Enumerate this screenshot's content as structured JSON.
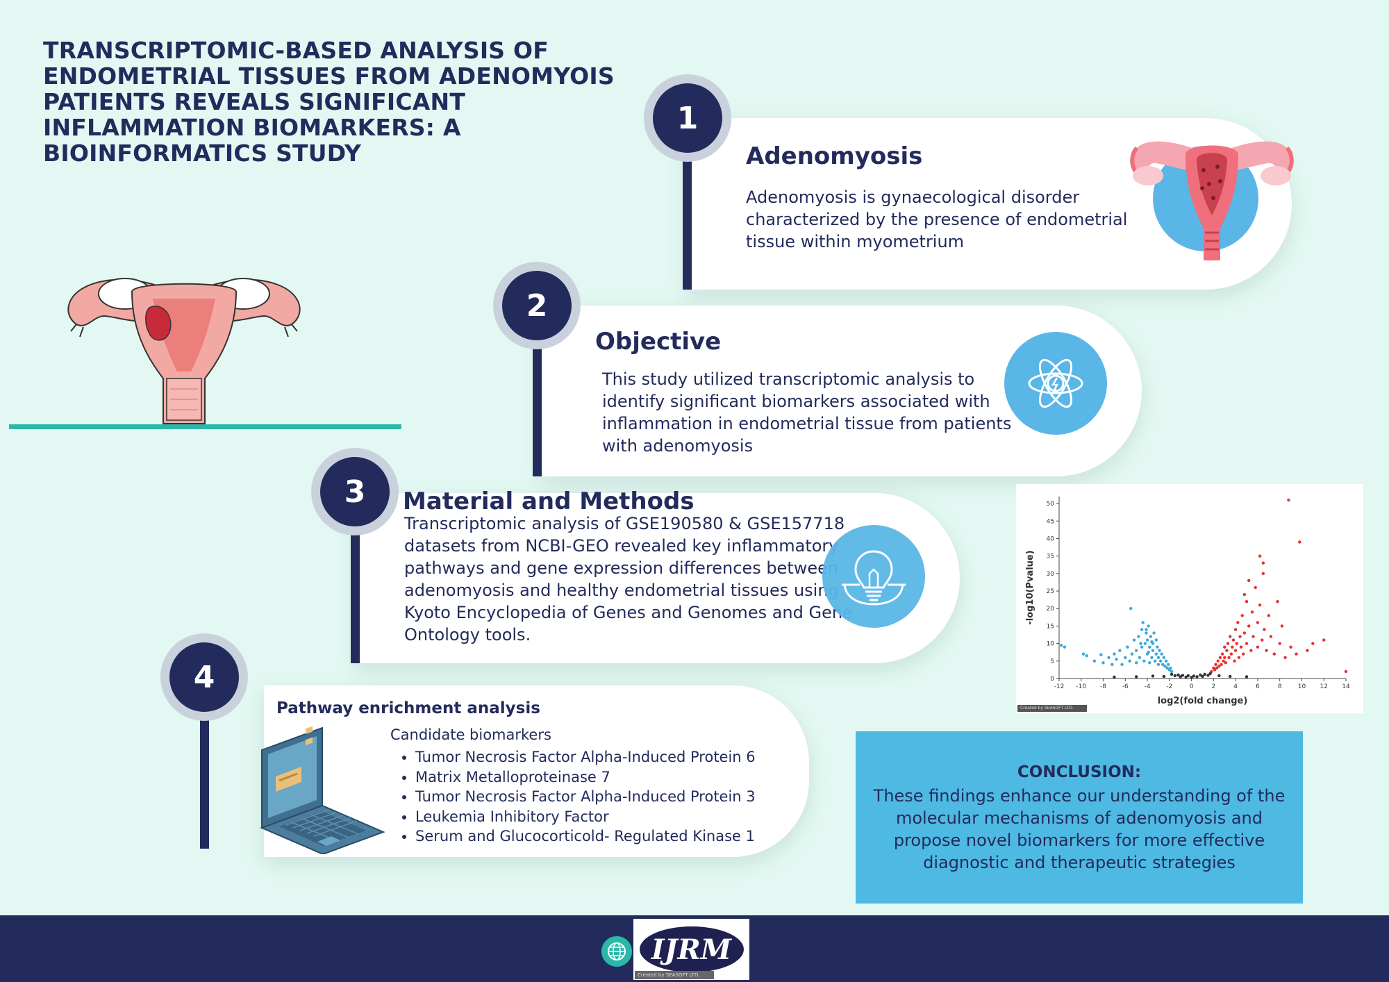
{
  "title": "TRANSCRIPTOMIC-BASED ANALYSIS OF ENDOMETRIAL TISSUES FROM ADENOMYOIS PATIENTS REVEALS SIGNIFICANT INFLAMMATION BIOMARKERS: A BIOINFORMATICS STUDY",
  "steps": [
    {
      "number": "1",
      "heading": "Adenomyosis",
      "text": "Adenomyosis is gynaecological disorder characterized by the presence of endometrial tissue within myometrium",
      "icon": "uterus-icon"
    },
    {
      "number": "2",
      "heading": "Objective",
      "text": "This study utilized transcriptomic analysis to identify significant biomarkers associated with inflammation in endometrial tissue from patients with adenomyosis",
      "icon": "atom-icon"
    },
    {
      "number": "3",
      "heading": "Material and Methods",
      "text": "Transcriptomic analysis of GSE190580 & GSE157718 datasets from NCBI-GEO revealed key inflammatory pathways and gene expression differences between adenomyosis and healthy endometrial tissues using Kyoto Encyclopedia of Genes and Genomes  and Gene Ontology tools.",
      "icon": "lightbulb-icon"
    },
    {
      "number": "4",
      "heading": "Pathway enrichment analysis",
      "subheading": "Candidate biomarkers",
      "biomarkers": [
        "Tumor Necrosis Factor Alpha-Induced Protein 6",
        "Matrix Metalloproteinase 7",
        "Tumor Necrosis Factor Alpha-Induced Protein 3",
        "Leukemia Inhibitory Factor",
        "Serum and Glucocorticold- Regulated Kinase 1"
      ],
      "icon": "laptop-icon"
    }
  ],
  "conclusion": {
    "heading": "CONCLUSION:",
    "text": "These findings enhance our understanding of the molecular mechanisms of adenomyosis and propose novel biomarkers for more effective diagnostic and therapeutic strategies"
  },
  "footer": {
    "journal": "IJRM",
    "credit": "Created by SEASOFT LTD."
  },
  "plot_credit": "Created by SEASOFT LTD.",
  "colors": {
    "navy": "#232b5c",
    "background": "#e3f8f2",
    "accent_blue": "#4eb9e3",
    "downregulated": "#3aa8dc",
    "upregulated": "#e8302f",
    "not_significant": "#333333"
  },
  "chart_data": {
    "type": "scatter",
    "title": "",
    "xlabel": "log2(fold change)",
    "ylabel": "-log10(Pvalue)",
    "xlim": [
      -12,
      14
    ],
    "ylim": [
      0,
      52
    ],
    "xticks": [
      -12,
      -10,
      -8,
      -6,
      -4,
      -2,
      0,
      2,
      4,
      6,
      8,
      10,
      12,
      14
    ],
    "yticks": [
      0,
      5,
      10,
      15,
      20,
      25,
      30,
      35,
      40,
      45,
      50
    ],
    "series": [
      {
        "color": "#3aa8dc",
        "points": [
          [
            -11.5,
            9
          ],
          [
            -11.8,
            9.5
          ],
          [
            -9.8,
            7
          ],
          [
            -9.5,
            6.5
          ],
          [
            -8.8,
            5
          ],
          [
            -8.2,
            6.8
          ],
          [
            -8,
            4.5
          ],
          [
            -7.5,
            6
          ],
          [
            -7.2,
            4
          ],
          [
            -7,
            7
          ],
          [
            -6.8,
            5.5
          ],
          [
            -6.5,
            8
          ],
          [
            -6.3,
            4
          ],
          [
            -6,
            6
          ],
          [
            -5.8,
            9
          ],
          [
            -5.6,
            5
          ],
          [
            -5.4,
            7
          ],
          [
            -5.2,
            11
          ],
          [
            -5,
            8
          ],
          [
            -5,
            4.5
          ],
          [
            -4.8,
            12
          ],
          [
            -4.7,
            6
          ],
          [
            -4.5,
            9
          ],
          [
            -4.5,
            14
          ],
          [
            -4.4,
            16
          ],
          [
            -4.3,
            5
          ],
          [
            -4.2,
            10
          ],
          [
            -4.1,
            13
          ],
          [
            -4,
            7
          ],
          [
            -4,
            11
          ],
          [
            -3.9,
            15
          ],
          [
            -3.8,
            4.5
          ],
          [
            -3.8,
            9
          ],
          [
            -3.7,
            12
          ],
          [
            -3.6,
            6
          ],
          [
            -3.5,
            8
          ],
          [
            -3.5,
            10
          ],
          [
            -3.4,
            13
          ],
          [
            -3.3,
            5
          ],
          [
            -3.2,
            7
          ],
          [
            -3.2,
            11
          ],
          [
            -3.1,
            9
          ],
          [
            -3,
            6
          ],
          [
            -3,
            4
          ],
          [
            -2.9,
            8
          ],
          [
            -2.8,
            5
          ],
          [
            -2.7,
            7
          ],
          [
            -2.6,
            4
          ],
          [
            -2.5,
            6
          ],
          [
            -2.4,
            3.5
          ],
          [
            -2.3,
            5
          ],
          [
            -2.2,
            3
          ],
          [
            -2.1,
            4
          ],
          [
            -2,
            2.5
          ],
          [
            -1.9,
            3
          ],
          [
            -1.8,
            2
          ],
          [
            -5.5,
            20
          ],
          [
            -4.1,
            14
          ],
          [
            -3.6,
            10.5
          ],
          [
            -4.6,
            10
          ],
          [
            -3.9,
            7.5
          ]
        ]
      },
      {
        "color": "#e8302f",
        "points": [
          [
            1.8,
            2
          ],
          [
            2,
            3
          ],
          [
            2.1,
            2.5
          ],
          [
            2.2,
            4
          ],
          [
            2.3,
            3
          ],
          [
            2.4,
            5
          ],
          [
            2.5,
            3.5
          ],
          [
            2.6,
            6
          ],
          [
            2.7,
            4
          ],
          [
            2.8,
            7
          ],
          [
            2.9,
            5
          ],
          [
            3,
            6
          ],
          [
            3,
            9
          ],
          [
            3.1,
            4.5
          ],
          [
            3.2,
            8
          ],
          [
            3.3,
            10
          ],
          [
            3.4,
            6
          ],
          [
            3.5,
            12
          ],
          [
            3.6,
            7
          ],
          [
            3.7,
            9
          ],
          [
            3.8,
            11
          ],
          [
            3.9,
            5
          ],
          [
            4,
            14
          ],
          [
            4,
            8
          ],
          [
            4.1,
            10
          ],
          [
            4.2,
            16
          ],
          [
            4.3,
            6
          ],
          [
            4.4,
            12
          ],
          [
            4.5,
            9
          ],
          [
            4.6,
            18
          ],
          [
            4.7,
            7
          ],
          [
            4.8,
            13
          ],
          [
            5,
            22
          ],
          [
            5,
            10
          ],
          [
            5.2,
            15
          ],
          [
            5.4,
            8
          ],
          [
            5.5,
            19
          ],
          [
            5.6,
            12
          ],
          [
            5.8,
            26
          ],
          [
            6,
            9
          ],
          [
            6,
            16
          ],
          [
            6.2,
            21
          ],
          [
            6.4,
            11
          ],
          [
            6.5,
            30
          ],
          [
            6.6,
            14
          ],
          [
            6.8,
            8
          ],
          [
            7,
            18
          ],
          [
            7.2,
            12
          ],
          [
            7.5,
            7
          ],
          [
            7.8,
            22
          ],
          [
            8,
            10
          ],
          [
            8.2,
            15
          ],
          [
            8.5,
            6
          ],
          [
            9,
            9
          ],
          [
            9.5,
            7
          ],
          [
            10.5,
            8
          ],
          [
            11,
            10
          ],
          [
            12,
            11
          ],
          [
            14,
            2
          ],
          [
            6.2,
            35
          ],
          [
            6.5,
            33
          ],
          [
            8.8,
            51
          ],
          [
            9.8,
            39
          ],
          [
            5.2,
            28
          ],
          [
            4.8,
            24
          ]
        ]
      },
      {
        "color": "#333333",
        "points": [
          [
            -1.8,
            1.2
          ],
          [
            -1.5,
            0.8
          ],
          [
            -1.2,
            1
          ],
          [
            -1,
            0.5
          ],
          [
            -0.8,
            0.9
          ],
          [
            -0.5,
            0.4
          ],
          [
            -0.3,
            0.8
          ],
          [
            0,
            0.3
          ],
          [
            0.2,
            0.7
          ],
          [
            0.5,
            0.5
          ],
          [
            0.8,
            1
          ],
          [
            1,
            0.6
          ],
          [
            1.2,
            1.2
          ],
          [
            1.5,
            0.9
          ],
          [
            1.7,
            1.4
          ],
          [
            -2.5,
            0.6
          ],
          [
            -3.5,
            0.7
          ],
          [
            -5,
            0.5
          ],
          [
            2.5,
            0.8
          ],
          [
            3.5,
            0.6
          ],
          [
            -7,
            0.4
          ],
          [
            5,
            0.5
          ]
        ]
      }
    ]
  }
}
